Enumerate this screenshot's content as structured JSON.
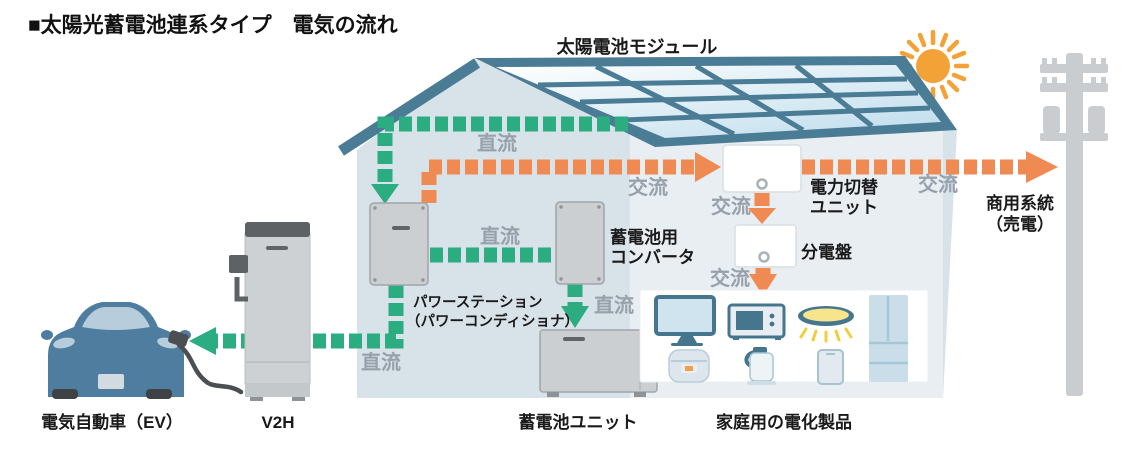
{
  "title": "■太陽光蓄電池連系タイプ　電気の流れ",
  "colors": {
    "dc_flow": "#2bac81",
    "ac_flow": "#ef8a52",
    "roof": "#4a7c96",
    "sun": "#f3a238"
  },
  "flow": {
    "dc_label": "直流",
    "ac_label": "交流"
  },
  "components": {
    "solar_module": {
      "label": "太陽電池モジュール"
    },
    "power_switch_unit": {
      "label_line1": "電力切替",
      "label_line2": "ユニット"
    },
    "distribution_board": {
      "label": "分電盤"
    },
    "commercial_grid": {
      "label_line1": "商用系統",
      "label_line2": "（売電）"
    },
    "power_station": {
      "label_line1": "パワーステーション",
      "label_line2": "（パワーコンディショナ）"
    },
    "battery_converter": {
      "label_line1": "蓄電池用",
      "label_line2": "コンバータ"
    },
    "battery_unit": {
      "label": "蓄電池ユニット"
    },
    "home_appliances": {
      "label": "家庭用の電化製品",
      "icons": [
        "tv-icon",
        "microwave-icon",
        "ceiling-light-icon",
        "refrigerator-icon",
        "rice-cooker-icon",
        "electric-kettle-icon",
        "smartphone-icon"
      ]
    },
    "ev": {
      "label": "電気自動車（EV）"
    },
    "v2h": {
      "label": "V2H"
    }
  }
}
